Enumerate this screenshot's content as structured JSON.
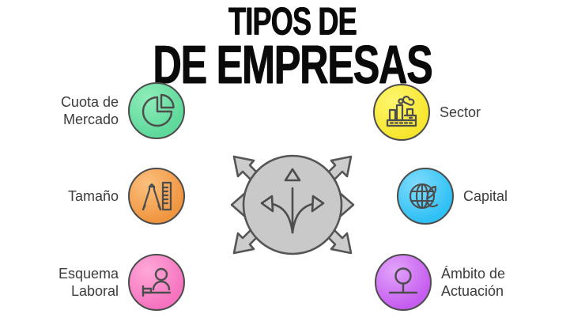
{
  "title": {
    "line1": "TIPOS DE",
    "line2": "DE EMPRESAS"
  },
  "colors": {
    "background": "#ffffff",
    "title_text": "#0a0a0a",
    "label_text": "#3c3c3c",
    "hub_fill": "#c9c9c9",
    "hub_stroke": "#555555",
    "arrow_fill": "#cccccc",
    "arrow_stroke": "#555555",
    "icon_stroke": "#4d4d4d",
    "bubble_stroke": "#4d4d4d"
  },
  "hub": {
    "name": "center-hub",
    "icon": "diverging-arrows-icon",
    "arrow_count": 6,
    "arrow_directions": [
      "up-left",
      "left",
      "down-left",
      "up-right",
      "right",
      "down-right"
    ]
  },
  "nodes": [
    {
      "id": "cuota",
      "label": "Cuota de\nMercado",
      "side": "left",
      "color": "#5fd99b",
      "color_light": "#86e8b4",
      "icon": "pie-chart-icon"
    },
    {
      "id": "tamano",
      "label": "Tamaño",
      "side": "left",
      "color": "#f0953f",
      "color_light": "#f8b46a",
      "icon": "compass-ruler-icon"
    },
    {
      "id": "esquema",
      "label": "Esquema\nLaboral",
      "side": "left",
      "color": "#f濃",
      "icon": "person-desk-icon"
    },
    {
      "id": "sector",
      "label": "Sector",
      "side": "right",
      "color": "#f7e62e",
      "color_light": "#fdf35f",
      "icon": "factory-icon"
    },
    {
      "id": "capital",
      "label": "Capital",
      "side": "right",
      "color": "#2fc0f5",
      "color_light": "#63d6fb",
      "icon": "globe-currency-icon"
    },
    {
      "id": "ambito",
      "label": "Ámbito de\nActuación",
      "side": "right",
      "color": "#c65cf0",
      "color_light": "#dd92f7",
      "icon": "location-pin-icon"
    }
  ]
}
